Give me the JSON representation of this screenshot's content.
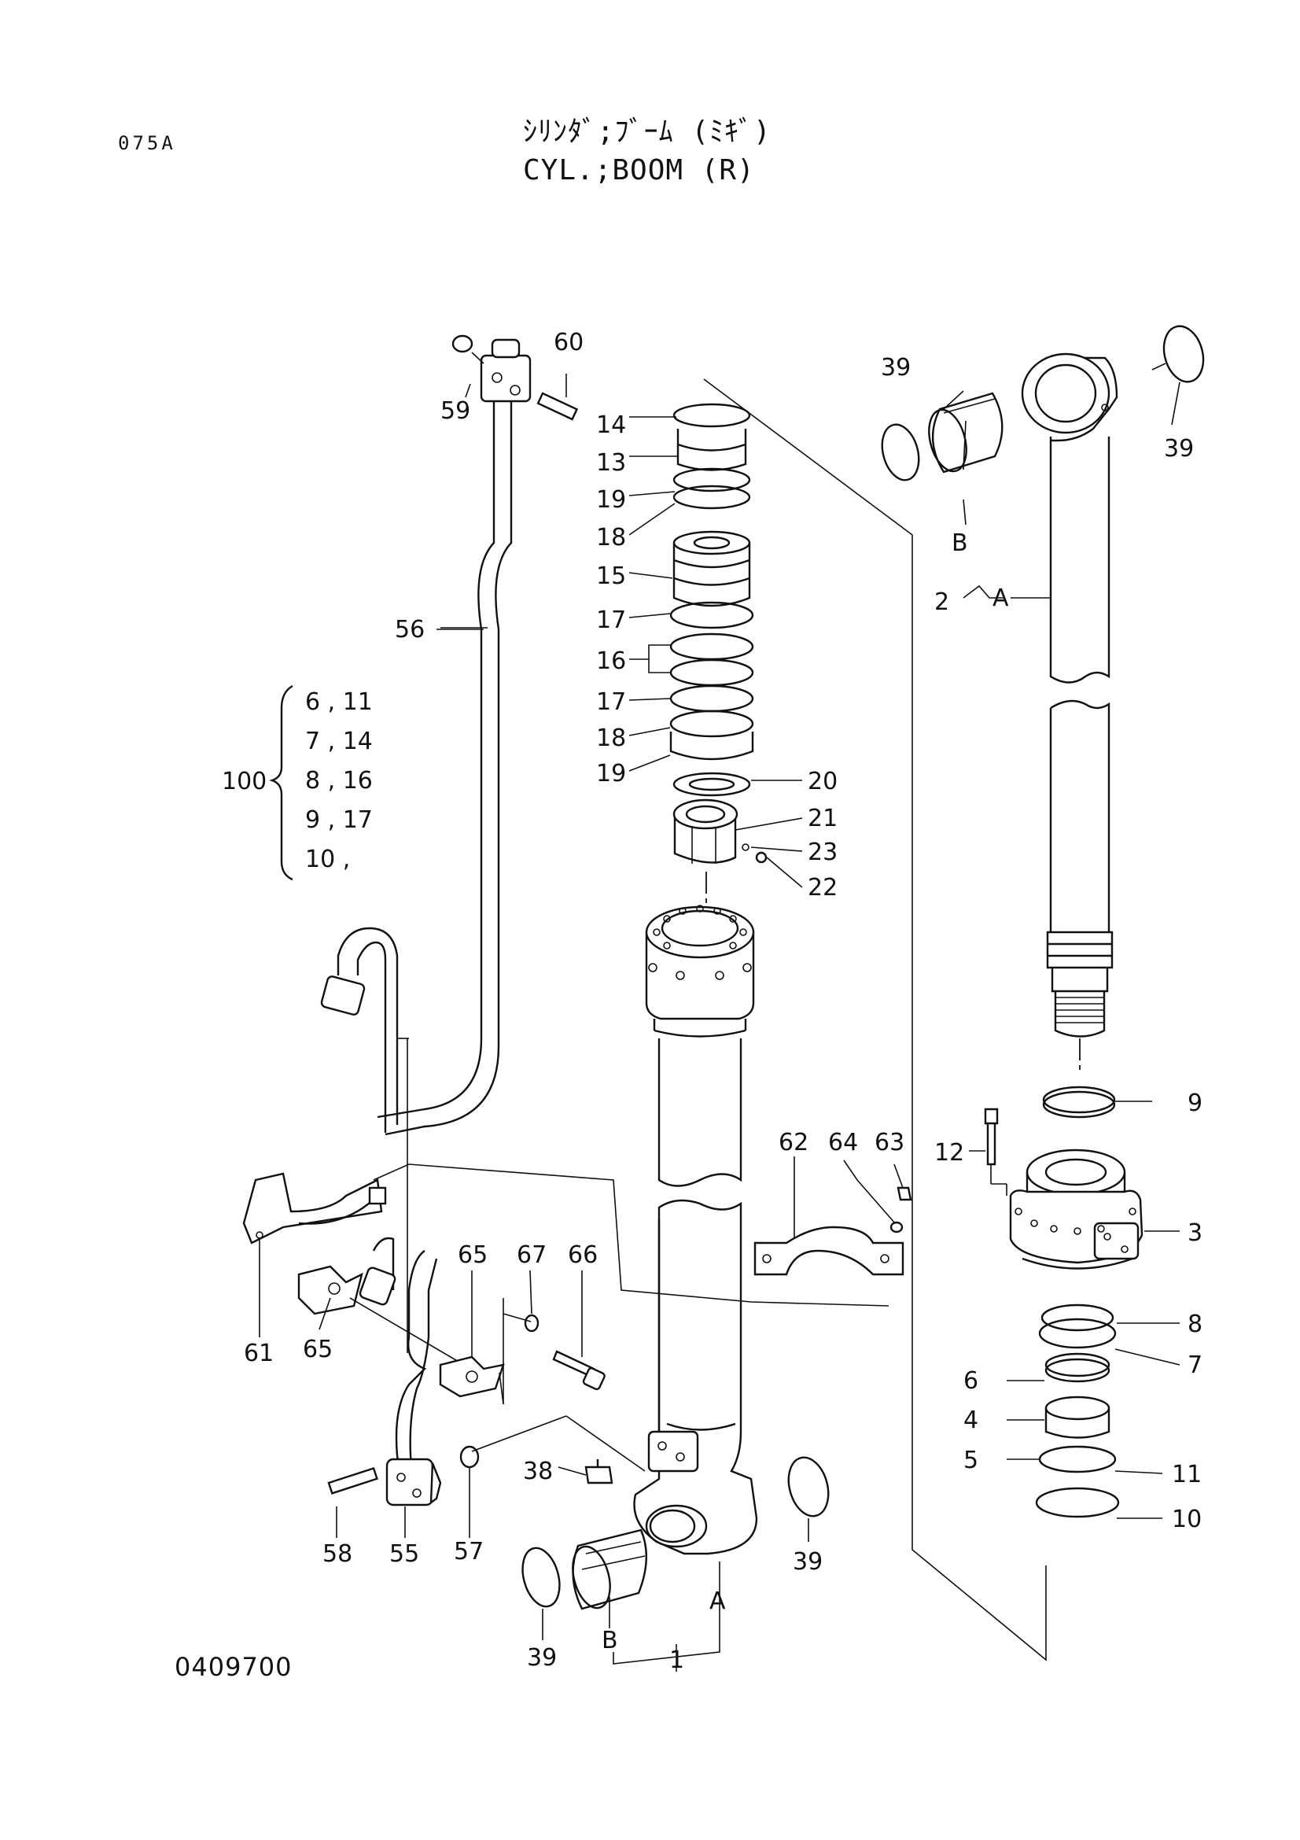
{
  "header": {
    "page_code": "075A",
    "title_jp": "ｼﾘﾝﾀﾞ;ﾌﾞｰﾑ (ﾐｷﾞ)",
    "title_en": "CYL.;BOOM (R)"
  },
  "footer": {
    "drawing_number": "0409700"
  },
  "kit": {
    "label": "100",
    "rows": [
      "6 , 11",
      "7 , 14",
      "8 , 16",
      "9 , 17",
      "10 ,"
    ]
  },
  "callouts": {
    "c1": "1",
    "c2": "2",
    "c3": "3",
    "c4": "4",
    "c5": "5",
    "c6": "6",
    "c7": "7",
    "c8": "8",
    "c9": "9",
    "c10": "10",
    "c11": "11",
    "c12": "12",
    "c13": "13",
    "c14": "14",
    "c15": "15",
    "c16": "16",
    "c17a": "17",
    "c17b": "17",
    "c18a": "18",
    "c18b": "18",
    "c19a": "19",
    "c19b": "19",
    "c20": "20",
    "c21": "21",
    "c22": "22",
    "c23": "23",
    "c38": "38",
    "c39a": "39",
    "c39b": "39",
    "c39c": "39",
    "c39d": "39",
    "c55": "55",
    "c56": "56",
    "c57": "57",
    "c58": "58",
    "c59": "59",
    "c60": "60",
    "c61": "61",
    "c62": "62",
    "c63": "63",
    "c64": "64",
    "c65a": "65",
    "c65b": "65",
    "c66": "66",
    "c67": "67",
    "a1": "A",
    "a2": "A",
    "b1": "B",
    "b2": "B"
  }
}
